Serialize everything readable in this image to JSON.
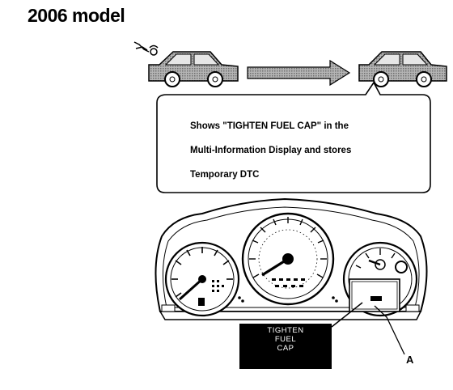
{
  "heading": "2006 model",
  "callout": {
    "line1": "Shows \"TIGHTEN FUEL CAP\" in the",
    "line2": "Multi-Information Display and stores",
    "line3": "Temporary DTC"
  },
  "display": {
    "line1": "TIGHTEN",
    "line2": "FUEL",
    "line3": "CAP"
  },
  "callout_label": "A",
  "colors": {
    "ink": "#000000",
    "car_fill": "#9a9a9a",
    "arrow_fill": "#a8a8a8",
    "screen_bg": "#000000",
    "screen_text": "#ffffff"
  }
}
